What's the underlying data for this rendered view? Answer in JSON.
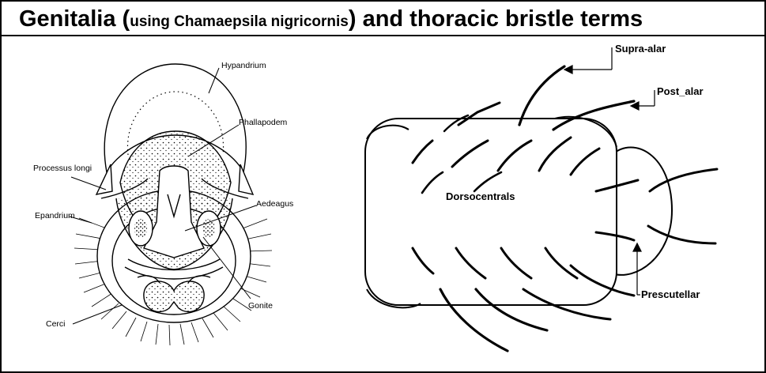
{
  "title": {
    "main": "Genitalia",
    "open_paren": " (",
    "using": "using Chamaepsila nigricornis",
    "close_paren": ")",
    "rest": " and thoracic bristle terms"
  },
  "genitalia": {
    "labels": {
      "hypandrium": "Hypandrium",
      "phallapodem": "Phallapodem",
      "processus_longi": "Processus longi",
      "aedeagus": "Aedeagus",
      "epandrium": "Epandrium",
      "gonite": "Gonite",
      "cerci": "Cerci"
    }
  },
  "thorax": {
    "labels": {
      "supra_alar": "Supra-alar",
      "post_alar": "Post_alar",
      "dorsocentrals": "Dorsocentrals",
      "prescutellar": "Prescutellar"
    }
  }
}
